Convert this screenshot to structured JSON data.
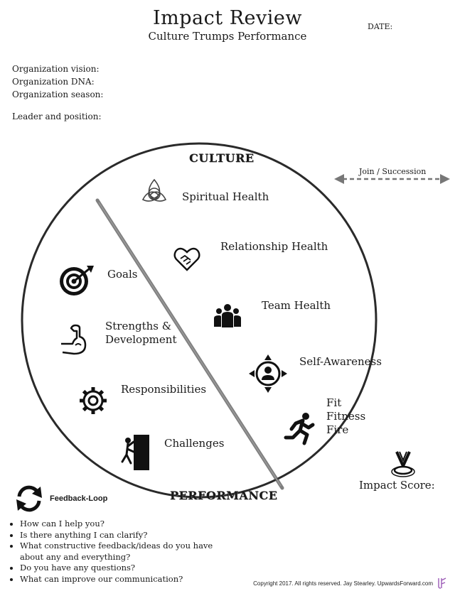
{
  "header": {
    "title": "Impact Review",
    "subtitle": "Culture Trumps Performance",
    "date_label": "DATE:"
  },
  "fields": [
    "Organization vision:",
    "Organization DNA:",
    "Organization season:",
    "Leader and position:"
  ],
  "diagram": {
    "top_label": "CULTURE",
    "bottom_label": "PERFORMANCE",
    "culture_items": [
      {
        "label": "Spiritual Health",
        "icon": "trinity-knot-icon"
      },
      {
        "label": "Relationship Health",
        "icon": "handshake-heart-icon"
      },
      {
        "label": "Team Health",
        "icon": "team-people-icon"
      },
      {
        "label": "Self-Awareness",
        "icon": "self-awareness-icon"
      },
      {
        "label_lines": [
          "Fit",
          "Fitness",
          "Fire"
        ],
        "icon": "running-person-icon"
      }
    ],
    "performance_items": [
      {
        "label": "Goals",
        "icon": "target-icon"
      },
      {
        "label_lines": [
          "Strengths &",
          "Development"
        ],
        "icon": "flexed-arm-icon"
      },
      {
        "label": "Responsibilities",
        "icon": "gear-icon"
      },
      {
        "label": "Challenges",
        "icon": "climber-icon"
      }
    ],
    "join_label": "Join / Succession",
    "impact_score_label": "Impact Score:",
    "impact_icon": "impact-icon"
  },
  "feedback": {
    "title": "Feedback-Loop",
    "icon": "feedback-loop-icon",
    "questions": [
      "How can I help you?",
      "Is there anything I can clarify?",
      "What constructive feedback/ideas do you have about any and everything?",
      "Do you have any questions?",
      "What can improve our communication?"
    ]
  },
  "footer": {
    "copyright": "Copyright 2017. All rights reserved. Jay Stearley. UpwardsForward.com"
  },
  "colors": {
    "ink": "#1a1a1a",
    "arrow_gray": "#777777",
    "logo_purple": "#9b59b6"
  }
}
